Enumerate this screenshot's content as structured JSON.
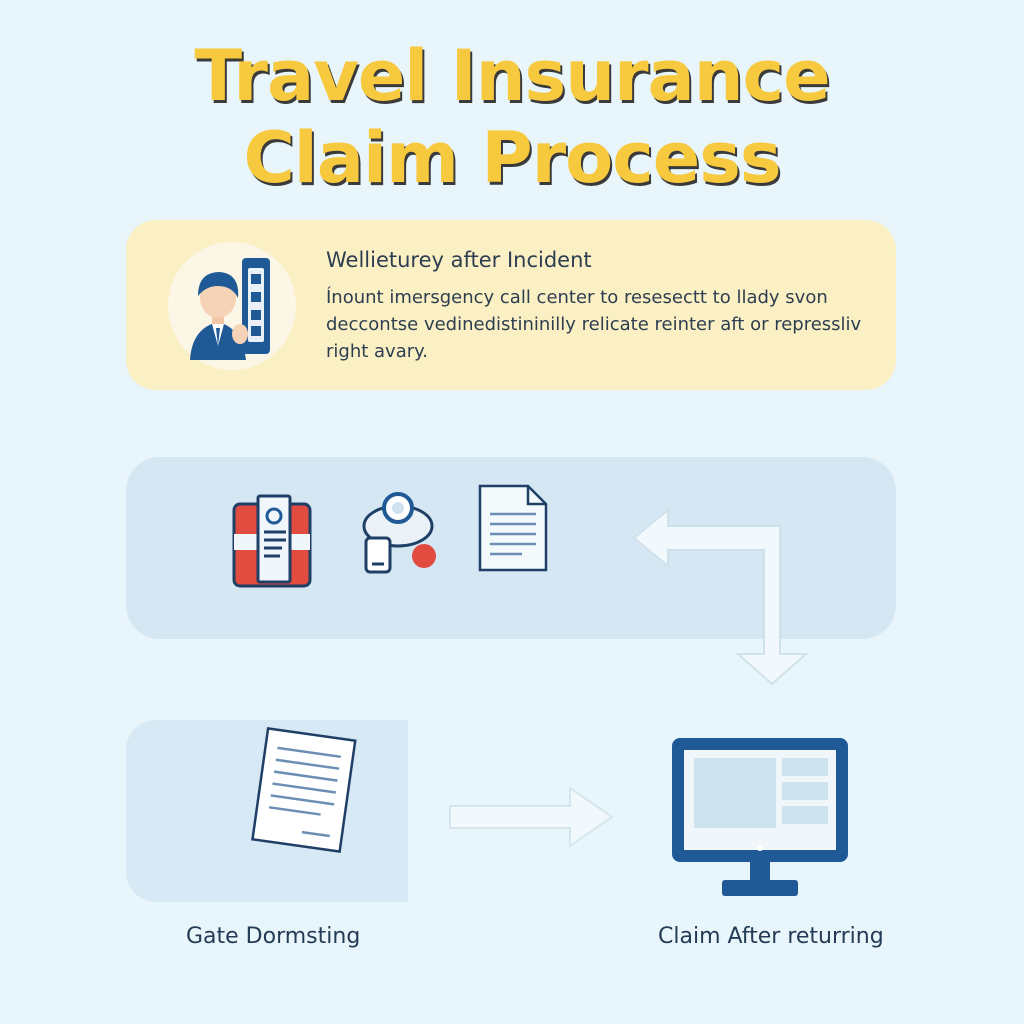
{
  "title": {
    "line1": "Travel Insurance",
    "line2": "Claim Process"
  },
  "step1": {
    "heading": "Wellieturey after Incident",
    "body": "Ínount imersgency call center to resesectt to llady svon deccontse vedinedistininilly relicate reinter aft or repressliv right avary.",
    "icon": "person-phone-icon"
  },
  "step2": {
    "icons": [
      "passport-icon",
      "medical-kit-icon",
      "document-icon"
    ],
    "arrow": "elbow-arrow-icon"
  },
  "step3": {
    "left_label": "Gate Dormsting",
    "right_label": "Claim After returring",
    "left_icon": "claim-form-icon",
    "right_icon": "computer-monitor-icon",
    "arrow": "right-arrow-icon"
  },
  "colors": {
    "background": "#e8f5fa",
    "title_fill": "#f7c93e",
    "title_shadow": "#3a3a3a",
    "highlight_card": "#fbefc4",
    "band": "#d4e7f3",
    "navy": "#1f5a96",
    "red": "#e14b40",
    "text": "#2c3e50"
  }
}
